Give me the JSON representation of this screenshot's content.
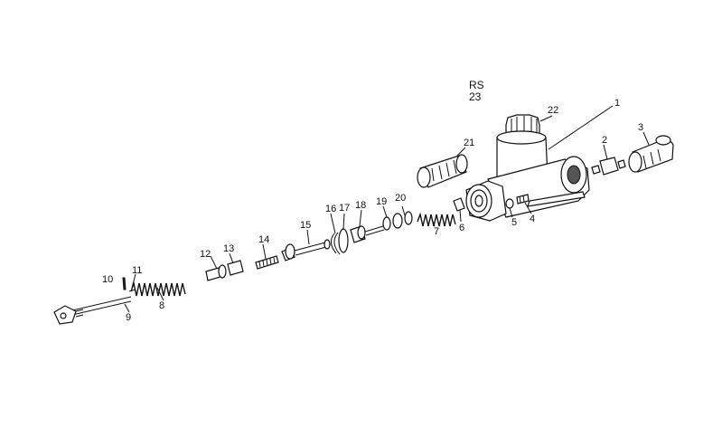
{
  "diagram": {
    "code_line1": "RS",
    "code_line2": "23",
    "labels": {
      "p1": "1",
      "p2": "2",
      "p3": "3",
      "p4": "4",
      "p5": "5",
      "p6": "6",
      "p7": "7",
      "p8": "8",
      "p9": "9",
      "p10": "10",
      "p11": "11",
      "p12": "12",
      "p13": "13",
      "p14": "14",
      "p15": "15",
      "p16": "16",
      "p17": "17",
      "p18": "18",
      "p19": "19",
      "p20": "20",
      "p21": "21",
      "p22": "22"
    }
  }
}
